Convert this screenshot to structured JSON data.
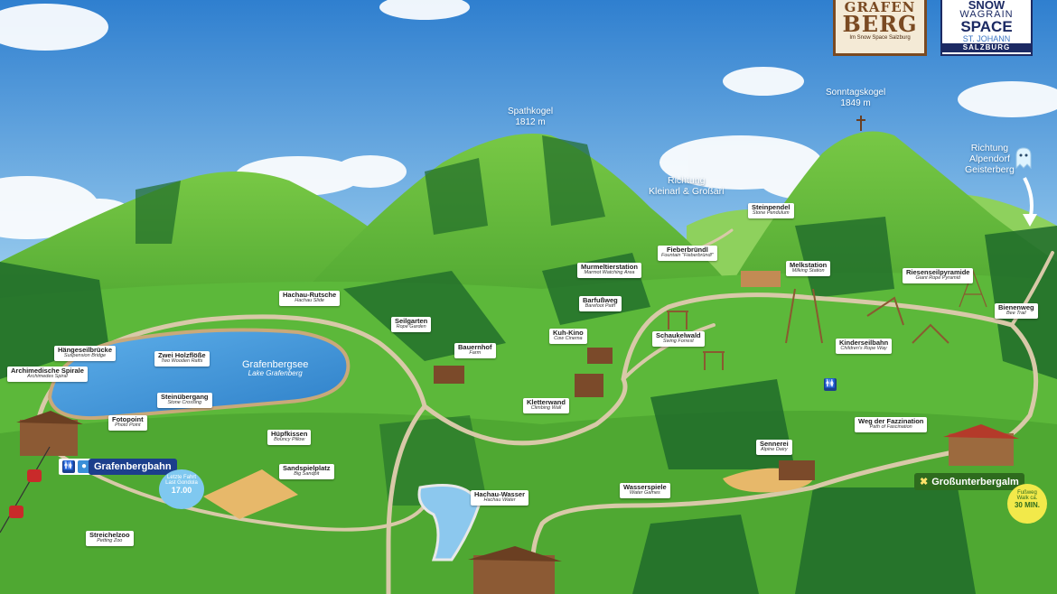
{
  "logos": {
    "grafenberg": {
      "line1": "GRAFEN",
      "line2": "BERG",
      "sub": "Im Snow Space Salzburg"
    },
    "snowspace": {
      "line1": "SNOW",
      "line2": "WAGRAIN",
      "line3": "SPACE",
      "line4": "ST. JOHANN",
      "line5": "SALZBURG"
    }
  },
  "peaks": [
    {
      "name": "Spathkogel",
      "height": "1812 m"
    },
    {
      "name": "Sonntagskogel",
      "height": "1849 m"
    }
  ],
  "directions": [
    {
      "line1": "Richtung",
      "line2": "Kleinarl & Großarl"
    },
    {
      "line1": "Richtung",
      "line2": "Alpendorf",
      "line3": "Geisterberg"
    }
  ],
  "lake": {
    "de": "Grafenbergsee",
    "en": "Lake Grafenberg"
  },
  "labels": [
    {
      "de": "Hachau-Rutsche",
      "en": "Hachau Slide"
    },
    {
      "de": "Seilgarten",
      "en": "Rope Garden"
    },
    {
      "de": "Bauernhof",
      "en": "Farm"
    },
    {
      "de": "Hängeseilbrücke",
      "en": "Suspension Bridge"
    },
    {
      "de": "Archimedische Spirale",
      "en": "Archimedes Spiral"
    },
    {
      "de": "Zwei Holzflöße",
      "en": "Two Wooden Rafts"
    },
    {
      "de": "Steinübergang",
      "en": "Stone Crossing"
    },
    {
      "de": "Fotopoint",
      "en": "Photo Point"
    },
    {
      "de": "Hüpfkissen",
      "en": "Bouncy Pillow"
    },
    {
      "de": "Sandspielplatz",
      "en": "Big Sandpit"
    },
    {
      "de": "Streichelzoo",
      "en": "Petting Zoo"
    },
    {
      "de": "Hachau-Wasser",
      "en": "Hachau Water"
    },
    {
      "de": "Murmeltierstation",
      "en": "Marmot Watching Area"
    },
    {
      "de": "Barfußweg",
      "en": "Barefoot Path"
    },
    {
      "de": "Kuh-Kino",
      "en": "Cow Cinema"
    },
    {
      "de": "Kletterwand",
      "en": "Climbing Wall"
    },
    {
      "de": "Fieberbründl",
      "en": "Fountain \"Fieberbründl\""
    },
    {
      "de": "Steinpendel",
      "en": "Stone Pendulum"
    },
    {
      "de": "Melkstation",
      "en": "Milking Station"
    },
    {
      "de": "Riesenseilpyramide",
      "en": "Giant Rope Pyramid"
    },
    {
      "de": "Bienenweg",
      "en": "Bee Trail"
    },
    {
      "de": "Schaukelwald",
      "en": "Swing Forrest"
    },
    {
      "de": "Kinderseilbahn",
      "en": "Children's Rope Way"
    },
    {
      "de": "Weg der Fazzination",
      "en": "Path of Fascination"
    },
    {
      "de": "Sennerei",
      "en": "Alpine Dairy"
    },
    {
      "de": "Wasserspiele",
      "en": "Water Games"
    }
  ],
  "stations": {
    "grafenbergbahn": "Grafenbergbahn",
    "grossunterbergalm": "Großunterbergalm"
  },
  "badges": {
    "last_ride": {
      "line1": "Letzte Fahrt",
      "line2": "Last Gondola",
      "time": "17.00"
    },
    "walk": {
      "line1": "Fußweg",
      "line2": "Walk ca.",
      "time": "30 MIN."
    }
  },
  "colors": {
    "sky": "#5aa7e2",
    "grass": "#5cb83a",
    "lake": "#3d93d8",
    "path": "#d8c9a8",
    "station_blue": "#1c3f8c",
    "station_green": "#2e6b1e"
  }
}
